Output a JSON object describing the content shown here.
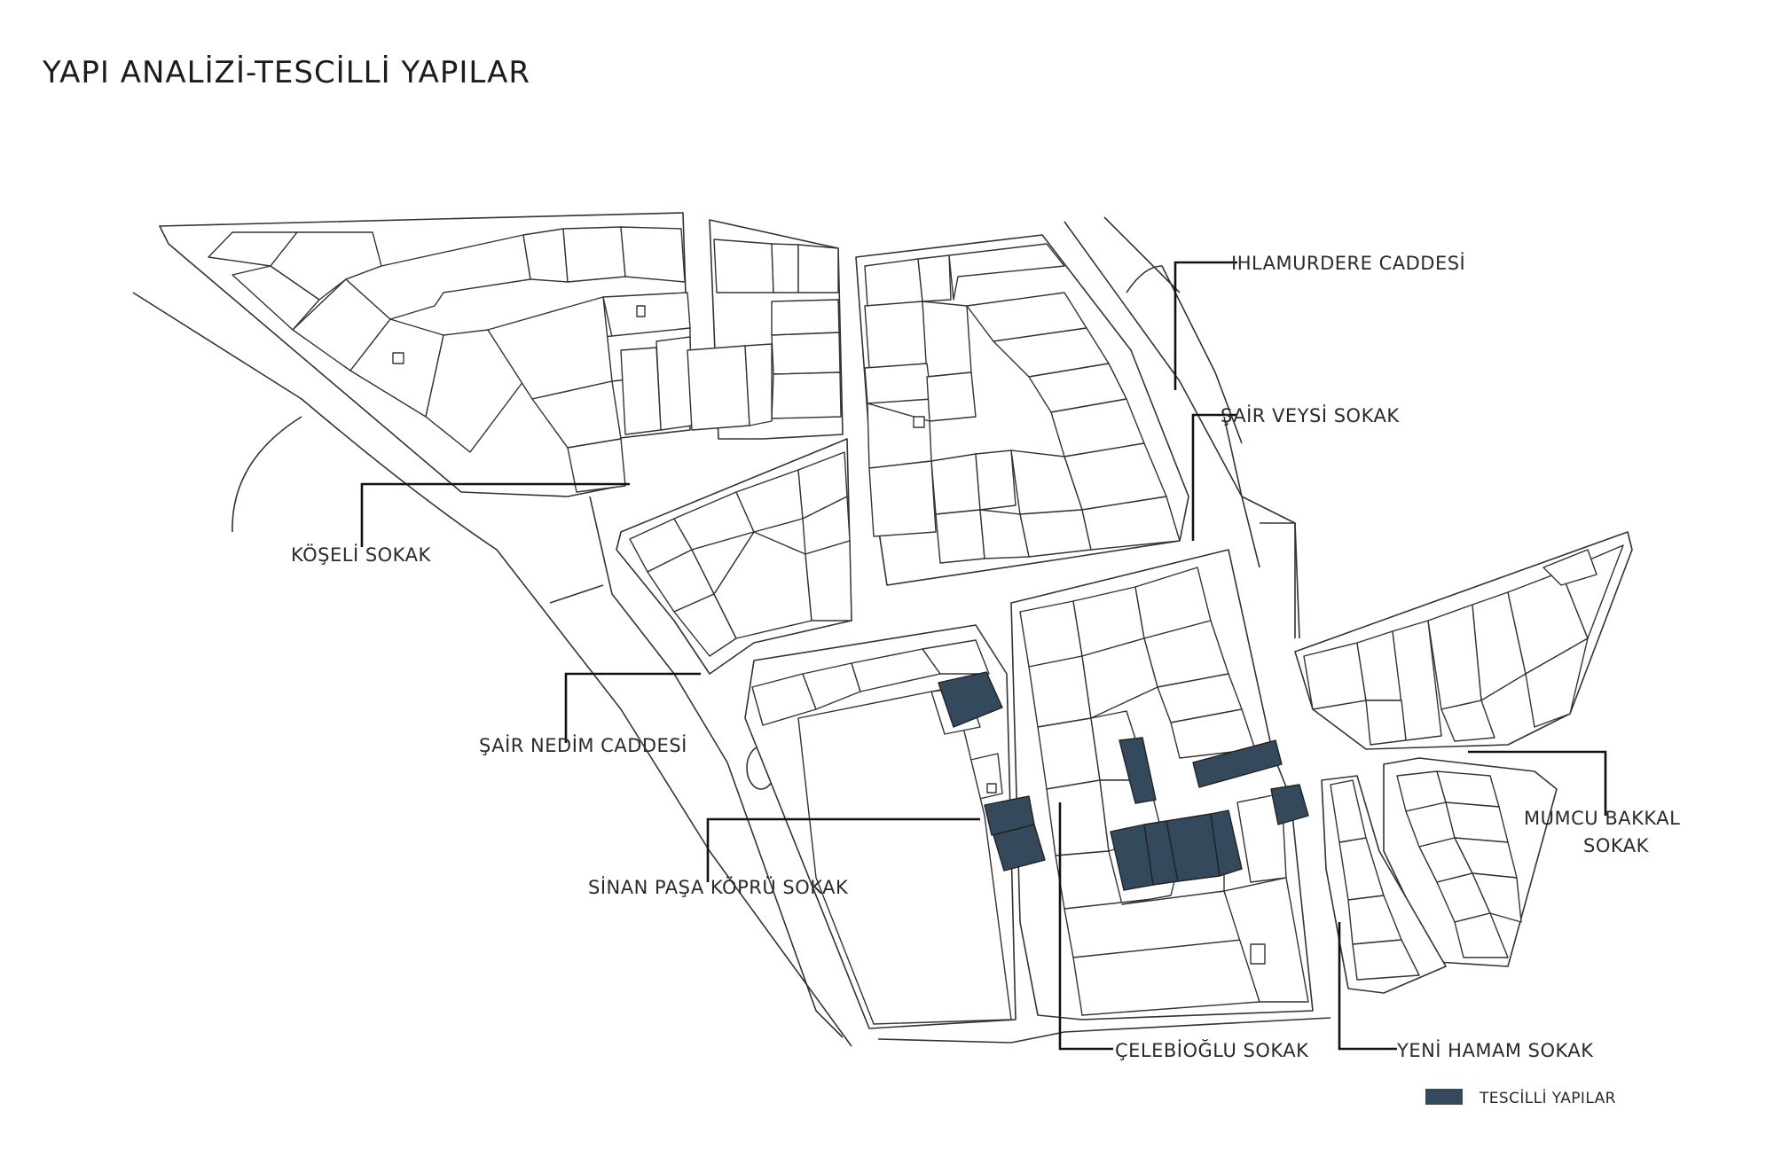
{
  "title": "YAPI ANALİZİ-TESCİLLİ YAPILAR",
  "colors": {
    "registered_building_fill": "#344a5c",
    "outline": "#333333",
    "leader_line": "#111111",
    "background": "#ffffff"
  },
  "streets": {
    "ihlamurdere": "IHLAMURDERE CADDESİ",
    "sair_veysi": "ŞAİR VEYSİ SOKAK",
    "koseli": "KÖŞELİ SOKAK",
    "sair_nedim": "ŞAİR NEDİM CADDESİ",
    "sinan_pasa": "SİNAN PAŞA KÖPRÜ SOKAK",
    "mumcu_bakkal_line1": "MUMCU BAKKAL",
    "mumcu_bakkal_line2": "SOKAK",
    "celebioglu": "ÇELEBİOĞLU SOKAK",
    "yeni_hamam": "YENİ HAMAM SOKAK"
  },
  "legend": {
    "label": "TESCİLLİ YAPILAR",
    "swatch_color": "#344a5c"
  }
}
